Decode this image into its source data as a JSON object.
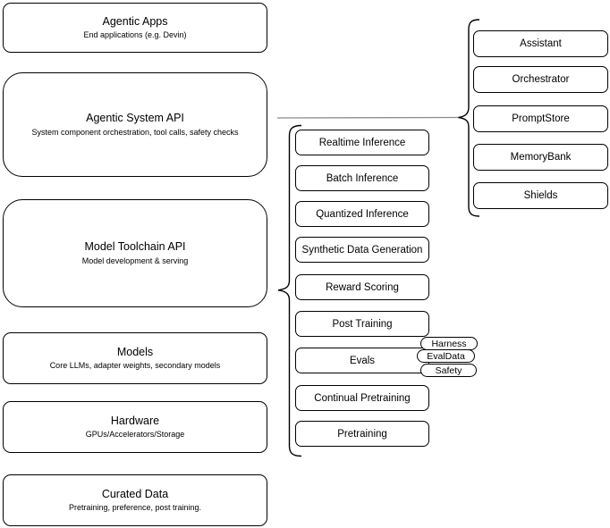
{
  "diagram": {
    "stack": [
      {
        "title": "Agentic Apps",
        "subtitle": "End applications (e.g. Devin)"
      },
      {
        "title": "Agentic System API",
        "subtitle": "System component orchestration, tool calls, safety checks"
      },
      {
        "title": "Model Toolchain API",
        "subtitle": "Model development & serving"
      },
      {
        "title": "Models",
        "subtitle": "Core LLMs, adapter weights, secondary models"
      },
      {
        "title": "Hardware",
        "subtitle": "GPUs/Accelerators/Storage"
      },
      {
        "title": "Curated Data",
        "subtitle": "Pretraining, preference, post training."
      }
    ],
    "toolchain_items": [
      "Realtime Inference",
      "Batch Inference",
      "Quantized Inference",
      "Synthetic Data Generation",
      "Reward Scoring",
      "Post Training",
      "Evals",
      "Continual Pretraining",
      "Pretraining"
    ],
    "evals_tags": [
      "Harness",
      "EvalData",
      "Safety"
    ],
    "system_components": [
      "Assistant",
      "Orchestrator",
      "PromptStore",
      "MemoryBank",
      "Shields"
    ],
    "colors": {
      "stroke": "#000000",
      "background": "#ffffff",
      "connector": "#8c8c8c"
    }
  }
}
